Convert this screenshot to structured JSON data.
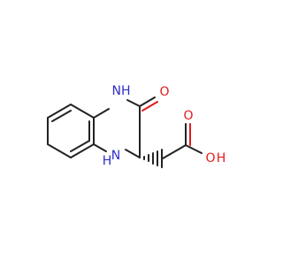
{
  "molecule": {
    "atom_labels": {
      "nh_top": "NH",
      "h_top": "H",
      "n_bottom": "N",
      "h_bottom": "H",
      "o_ketone": "O",
      "o_acid_dbl": "O",
      "o_acid_oh": "O",
      "h_acid": "H"
    }
  },
  "colors": {
    "bond": "#222222",
    "nitrogen": "#2d2dc8",
    "oxygen": "#e21a1a",
    "background": "#ffffff"
  }
}
